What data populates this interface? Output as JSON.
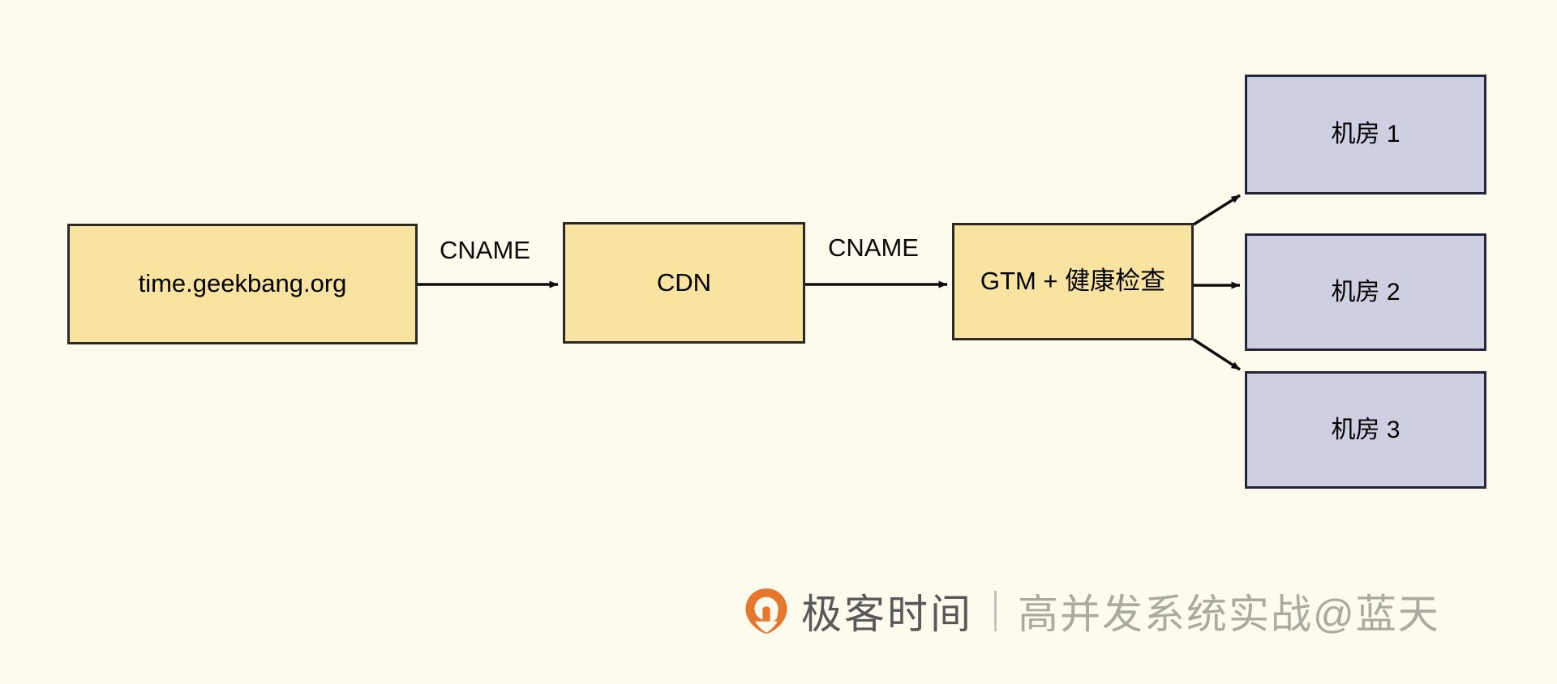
{
  "diagram": {
    "title": "CNAME to CDN to GTM multi-datacenter routing",
    "background_color": "#FDFAEE",
    "nodes": [
      {
        "id": "origin",
        "label": "time.geekbang.org",
        "fill": "#F8E3A1",
        "stroke": "#2B2922"
      },
      {
        "id": "cdn",
        "label": "CDN",
        "fill": "#F8E3A1",
        "stroke": "#2B2922"
      },
      {
        "id": "gtm",
        "label": "GTM + 健康检查",
        "fill": "#F8E3A1",
        "stroke": "#2B2922"
      },
      {
        "id": "idc1",
        "label": "机房 1",
        "fill": "#CFCFE2",
        "stroke": "#26263A"
      },
      {
        "id": "idc2",
        "label": "机房 2",
        "fill": "#CFCFE2",
        "stroke": "#26263A"
      },
      {
        "id": "idc3",
        "label": "机房 3",
        "fill": "#CFCFE2",
        "stroke": "#26263A"
      }
    ],
    "edges": [
      {
        "id": "e1",
        "from": "origin",
        "to": "cdn",
        "label": "CNAME"
      },
      {
        "id": "e2",
        "from": "cdn",
        "to": "gtm",
        "label": "CNAME"
      },
      {
        "id": "e3",
        "from": "gtm",
        "to": "idc1",
        "label": ""
      },
      {
        "id": "e4",
        "from": "gtm",
        "to": "idc2",
        "label": ""
      },
      {
        "id": "e5",
        "from": "gtm",
        "to": "idc3",
        "label": ""
      }
    ],
    "edge_color": "#0D0D0D"
  },
  "watermark": {
    "logo_icon": "geekbang-logo-icon",
    "logo_color": "#E8772E",
    "brand": "极客时间",
    "divider": "|",
    "course": "高并发系统实战@蓝天",
    "brand_color": "#595959",
    "course_color": "#A9AAA0"
  }
}
